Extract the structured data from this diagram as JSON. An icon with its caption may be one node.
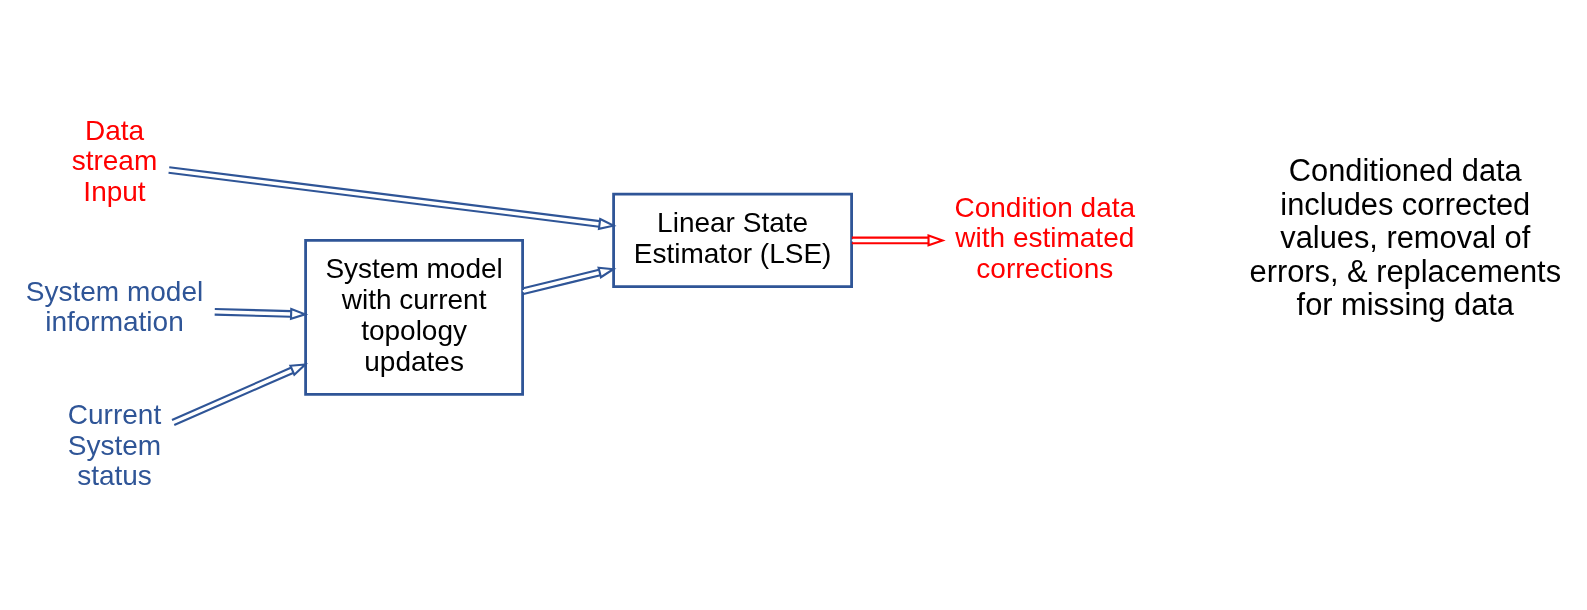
{
  "diagram": {
    "nodes": [
      {
        "text": [
          "Data stream Input"
        ]
      },
      {
        "text": [
          "Linear State Estimator (LSE)"
        ]
      },
      {
        "text": [
          "Condition data with estimated corrections"
        ]
      },
      {
        "text": [
          "System model information"
        ]
      },
      {
        "text": [
          "System model with current topology updates"
        ]
      },
      {
        "text": [
          "Current System status"
        ]
      }
    ],
    "edges": [
      {
        "from": 0,
        "to": 1,
        "arrow": "to"
      },
      {
        "from": 1,
        "to": 2,
        "arrow": "to",
        "color": "#ff0000"
      },
      {
        "from": 4,
        "to": 1,
        "arrow": "to"
      },
      {
        "from": 3,
        "to": 4,
        "arrow": "to"
      },
      {
        "from": 5,
        "to": 4,
        "arrow": "to"
      }
    ],
    "labels": [
      "Conditioned data includes corrected values, removal of errors, & replacements for missing data"
    ]
  }
}
